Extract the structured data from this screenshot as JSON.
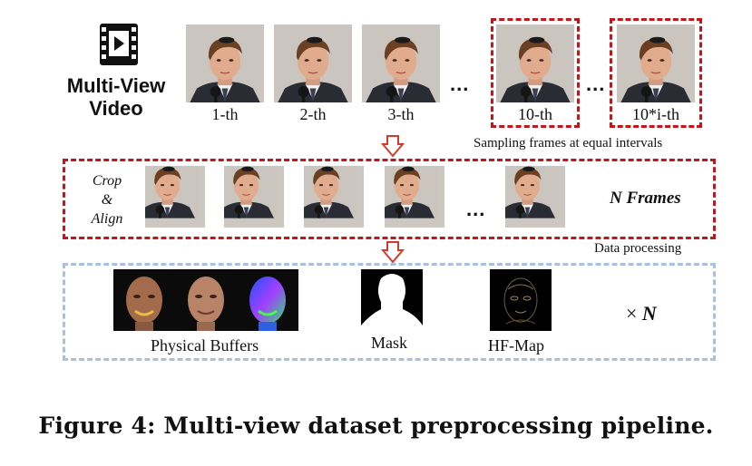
{
  "title_block": {
    "line1": "Multi-View",
    "line2": "Video"
  },
  "frames": {
    "labels": [
      "1-th",
      "2-th",
      "3-th",
      "10-th",
      "10*i-th"
    ],
    "ellipsis": "...",
    "sampling_note": "Sampling frames at equal intervals"
  },
  "crop_section": {
    "label_line1": "Crop",
    "label_line2": "&",
    "label_line3": "Align",
    "ellipsis": "...",
    "n_frames": "N Frames",
    "note": "Data processing"
  },
  "buffers_section": {
    "physical_label": "Physical Buffers",
    "mask_label": "Mask",
    "hf_label": "HF-Map",
    "times_symbol": "×",
    "times_n": "N"
  },
  "caption": "Figure 4: Multi-view dataset preprocessing pipeline.",
  "colors": {
    "red": "#c0161c",
    "blue_dash": "#a9c0e0",
    "arrow_red": "#d23a2a"
  },
  "icons": [
    "video-film-icon",
    "down-arrow-icon"
  ]
}
